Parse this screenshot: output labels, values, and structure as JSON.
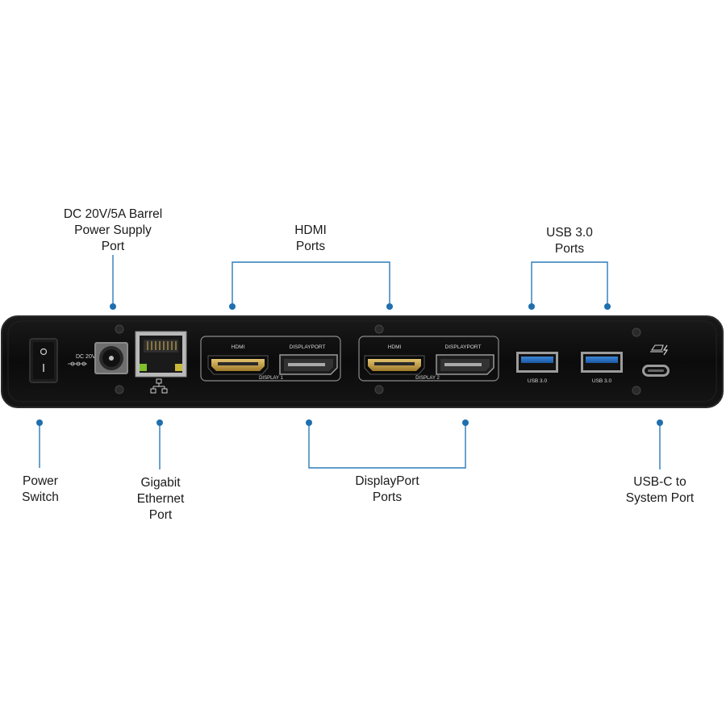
{
  "callouts": {
    "power_supply": {
      "lines": [
        "DC 20V/5A Barrel",
        "Power Supply",
        "Port"
      ]
    },
    "hdmi_ports": {
      "lines": [
        "HDMI",
        "Ports"
      ]
    },
    "usb3_ports": {
      "lines": [
        "USB 3.0",
        "Ports"
      ]
    },
    "power_switch": {
      "lines": [
        "Power",
        "Switch"
      ]
    },
    "ethernet_port": {
      "lines": [
        "Gigabit",
        "Ethernet",
        "Port"
      ]
    },
    "displayport_ports": {
      "lines": [
        "DisplayPort",
        "Ports"
      ]
    },
    "usbc_port": {
      "lines": [
        "USB-C to",
        "System Port"
      ]
    }
  },
  "panel": {
    "dc_label": "DC 20V",
    "display1": {
      "hdmi": "HDMI",
      "displayport": "DISPLAYPORT",
      "group": "DISPLAY 1"
    },
    "display2": {
      "hdmi": "HDMI",
      "displayport": "DISPLAYPORT",
      "group": "DISPLAY 2"
    },
    "usb_port_1": "USB 3.0",
    "usb_port_2": "USB 3.0"
  },
  "colors": {
    "callout_line": "#2b7bb9",
    "callout_dot": "#1f6fae",
    "dock_body": "#0c0c0c",
    "hdmi_gold": "#c9a24a"
  }
}
